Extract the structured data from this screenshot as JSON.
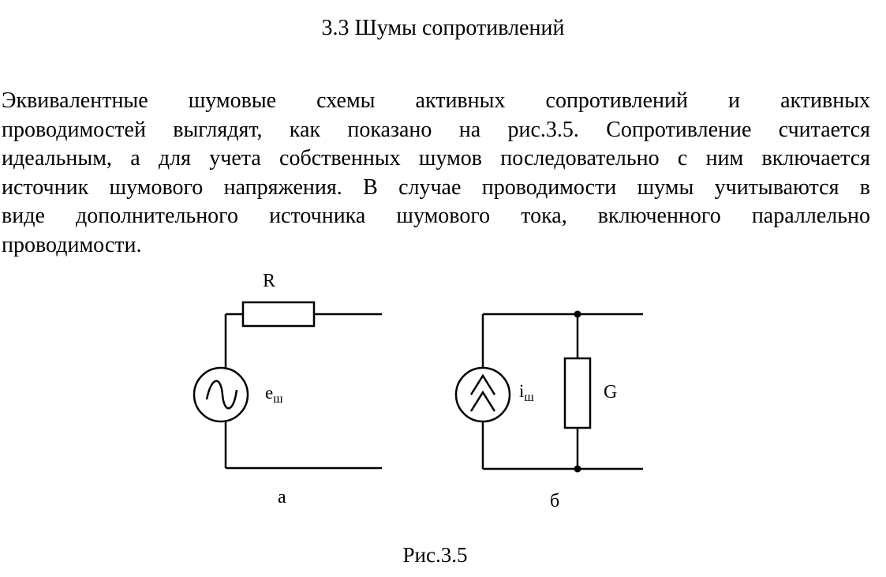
{
  "document": {
    "heading": "3.3 Шумы сопротивлений",
    "paragraph_lines": [
      "Эквивалентные шумовые схемы активных сопротивлений и активных",
      "проводимостей выглядят, как показано на рис.3.5. Сопротивление считается",
      "идеальным, а для учета собственных шумов последовательно с ним включается",
      "источник шумового напряжения. В случае проводимости шумы учитываются в",
      "виде дополнительного источника шумового тока, включенного параллельно",
      "проводимости."
    ]
  },
  "figure": {
    "circuit_a": {
      "resistor_label": "R",
      "source_label_main": "e",
      "source_label_sub": "ш",
      "caption": "а"
    },
    "circuit_b": {
      "source_label_main": "i",
      "source_label_sub": "ш",
      "conductance_label": "G",
      "caption": "б"
    },
    "caption": "Рис.3.5"
  }
}
